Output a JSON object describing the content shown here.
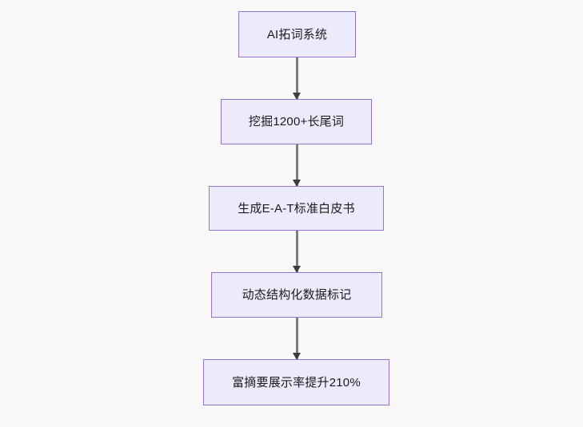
{
  "diagram": {
    "type": "flowchart",
    "orientation": "top-to-bottom",
    "background_color": "#f8f8f8",
    "node_fill_color": "#ecebfc",
    "node_border_color": "#9473d0",
    "node_text_color": "#1b1b1b",
    "edge_color": "#7d7d7d",
    "arrowhead_color": "#3b3b3b",
    "nodes": [
      {
        "id": "n1",
        "label": "AI拓词系统"
      },
      {
        "id": "n2",
        "label": "挖掘1200+长尾词"
      },
      {
        "id": "n3",
        "label": "生成E-A-T标准白皮书"
      },
      {
        "id": "n4",
        "label": "动态结构化数据标记"
      },
      {
        "id": "n5",
        "label": "富摘要展示率提升210%"
      }
    ],
    "edges": [
      {
        "from": "n1",
        "to": "n2",
        "label": ""
      },
      {
        "from": "n2",
        "to": "n3",
        "label": ""
      },
      {
        "from": "n3",
        "to": "n4",
        "label": ""
      },
      {
        "from": "n4",
        "to": "n5",
        "label": ""
      }
    ]
  }
}
